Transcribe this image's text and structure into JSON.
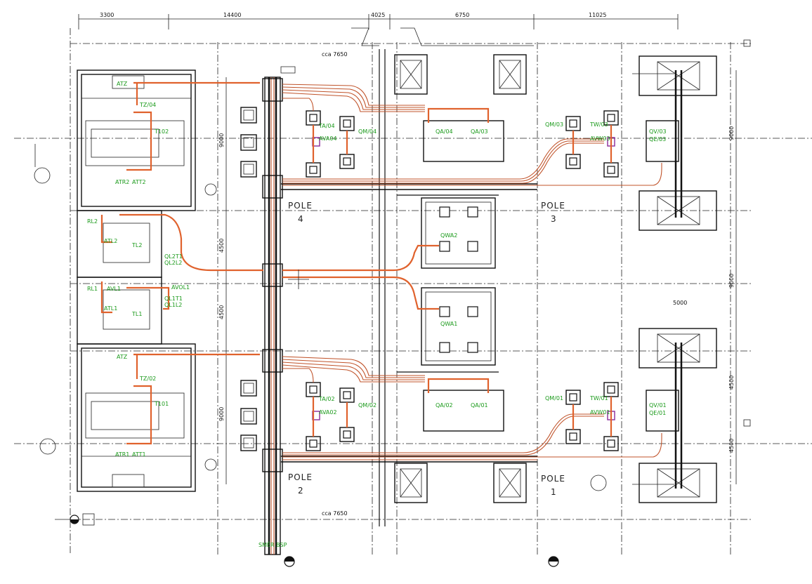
{
  "dimensions": {
    "top": [
      "3300",
      "14400",
      "4025",
      "6750",
      "11025"
    ],
    "right": [
      "9000",
      "9000",
      "4500",
      "4500"
    ],
    "left": [
      "9000",
      "4500",
      "4500",
      "9000"
    ],
    "cca_top": "cca 7650",
    "cca_bottom": "cca 7650",
    "right_mid": "5000"
  },
  "poles": [
    {
      "word": "POLE",
      "num": "4"
    },
    {
      "word": "POLE",
      "num": "3"
    },
    {
      "word": "POLE",
      "num": "2"
    },
    {
      "word": "POLE",
      "num": "1"
    }
  ],
  "labels": {
    "atz": "ATZ",
    "tz04": "TZ/04",
    "tz02": "TZ/02",
    "t102": "T102",
    "t101": "T101",
    "atr2": "ATR2",
    "att2": "ATT2",
    "atr1": "ATR1",
    "att1": "ATT1",
    "rl2": "RL2",
    "atl2": "ATL2",
    "tl2": "TL2",
    "rl1": "RL1",
    "avl1": "AVL1",
    "atl1": "ATL1",
    "tl1": "TL1",
    "avol1": "AVOL1",
    "ql1t1": "QL1T1",
    "ql1l2": "QL1L2",
    "ql2t1": "QL2T1",
    "ql2l2": "QL2L2",
    "ta04": "TA/04",
    "ava04": "AVA04",
    "qm04": "QM/04",
    "qa04": "QA/04",
    "qa03": "QA/03",
    "qm03": "QM/03",
    "tw03": "TW/03",
    "avw03": "AVW03",
    "qv03": "QV/03",
    "qe03": "QE/03",
    "qwa2": "QWA2",
    "qwa1": "QWA1",
    "ta02": "TA/02",
    "ava02": "AVA02",
    "qm02": "QM/02",
    "qa02": "QA/02",
    "qa01": "QA/01",
    "qm01": "QM/01",
    "tw01": "TW/01",
    "avw01": "AVW01",
    "qv01": "QV/01",
    "qe01": "QE/01",
    "smer": "SMĚR BSP"
  },
  "colors": {
    "cable": "#e0622d",
    "label": "#1a9a1a",
    "line": "#111111"
  }
}
